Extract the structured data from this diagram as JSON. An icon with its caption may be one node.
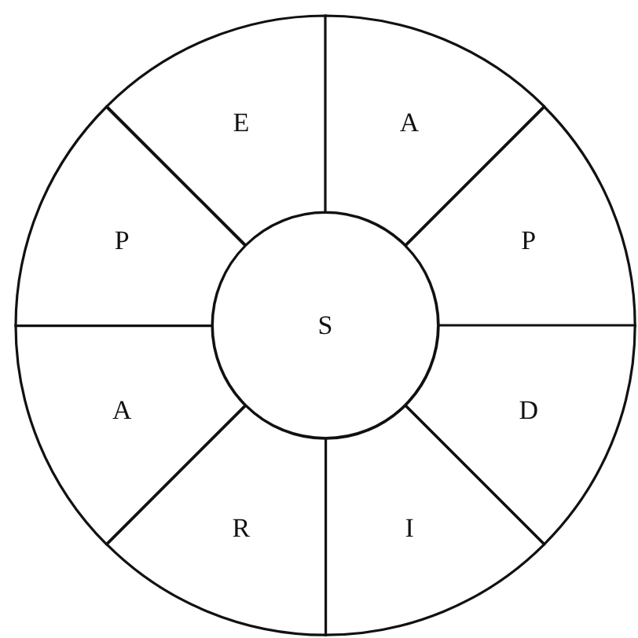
{
  "diagram": {
    "nodes": [
      {
        "text": [
          "E"
        ]
      },
      {
        "text": [
          "A"
        ]
      },
      {
        "text": [
          "P"
        ]
      },
      {
        "text": [
          "D"
        ]
      },
      {
        "text": [
          "I"
        ]
      },
      {
        "text": [
          "R"
        ]
      },
      {
        "text": [
          "A"
        ]
      },
      {
        "text": [
          "P"
        ]
      },
      {
        "text": [
          "S"
        ]
      }
    ]
  }
}
